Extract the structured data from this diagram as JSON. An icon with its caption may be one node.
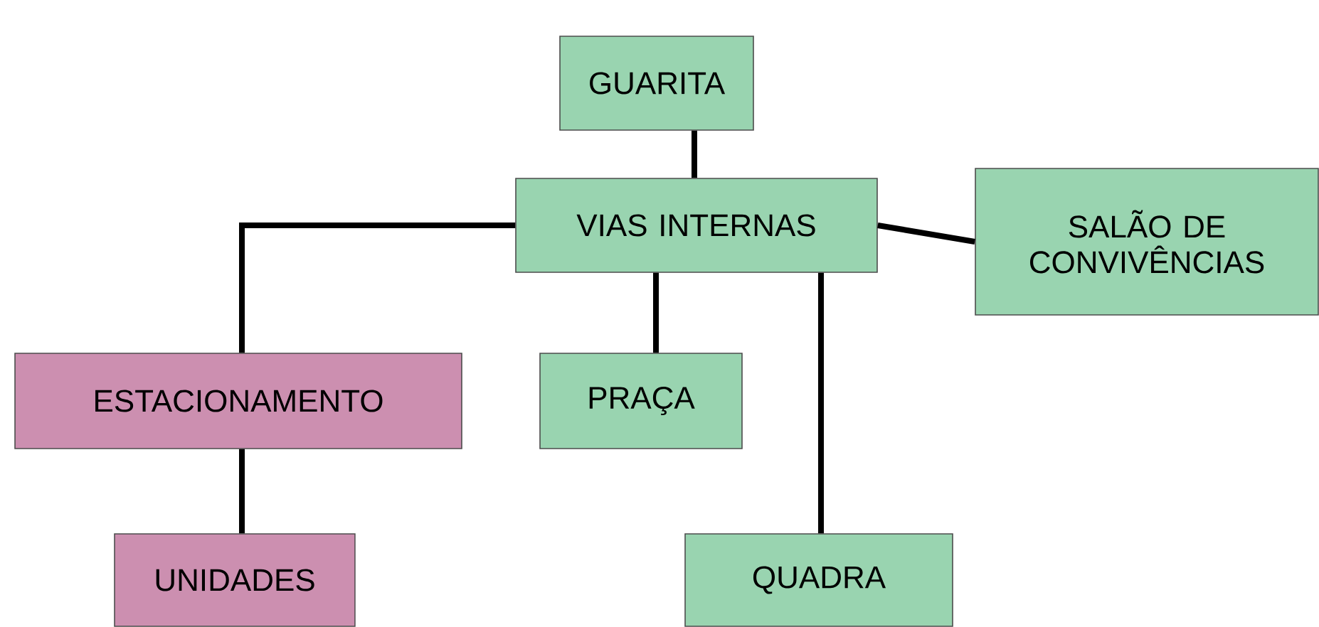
{
  "diagram": {
    "nodes": [
      {
        "text": [
          "GUARITA"
        ]
      },
      {
        "text": [
          "VIAS INTERNAS"
        ]
      },
      {
        "text": [
          "SALÃO DE CONVIVÊNCIAS"
        ]
      },
      {
        "text": [
          "ESTACIONAMENTO"
        ]
      },
      {
        "text": [
          "PRAÇA"
        ]
      },
      {
        "text": [
          "UNIDADES"
        ]
      },
      {
        "text": [
          "QUADRA"
        ]
      }
    ],
    "edges": [
      {
        "from": 0,
        "to": 1,
        "arrow": "none"
      },
      {
        "from": 1,
        "to": 2,
        "arrow": "none"
      },
      {
        "from": 1,
        "to": 3,
        "arrow": "none"
      },
      {
        "from": 1,
        "to": 4,
        "arrow": "none"
      },
      {
        "from": 1,
        "to": 6,
        "arrow": "none"
      },
      {
        "from": 3,
        "to": 5,
        "arrow": "none"
      }
    ]
  }
}
